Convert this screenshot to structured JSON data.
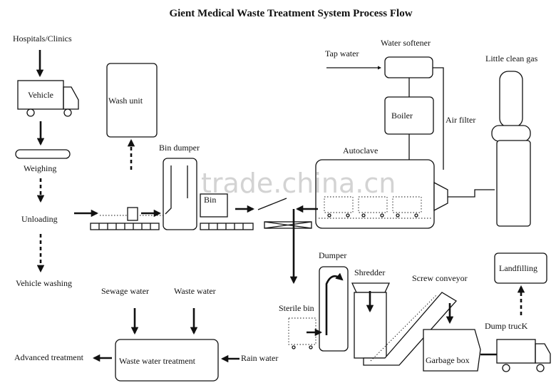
{
  "title": "Gient Medical Waste Treatment System Process Flow",
  "labels": {
    "hospitals": "Hospitals/Clinics",
    "vehicle": "Vehicle",
    "weighing": "Weighing",
    "unloading": "Unloading",
    "vehicle_washing": "Vehicle washing",
    "wash_unit": "Wash unit",
    "bin_dumper": "Bin dumper",
    "bin": "Bin",
    "tap_water": "Tap water",
    "water_softener": "Water softener",
    "boiler": "Boiler",
    "air_filter": "Air filter",
    "little_clean_gas": "Little clean gas",
    "autoclave": "Autoclave",
    "dumper": "Dumper",
    "shredder": "Shredder",
    "screw_conveyor": "Screw conveyor",
    "sterile_bin": "Sterile bin",
    "garbage_box": "Garbage box",
    "dump_truck": "Dump trucK",
    "landfilling": "Landfilling",
    "sewage_water": "Sewage water",
    "waste_water": "Waste water",
    "waste_water_treatment": "Waste water treatment",
    "advanced_treatment": "Advanced treatment",
    "rain_water": "Rain water"
  },
  "watermark": "trade.china.cn"
}
